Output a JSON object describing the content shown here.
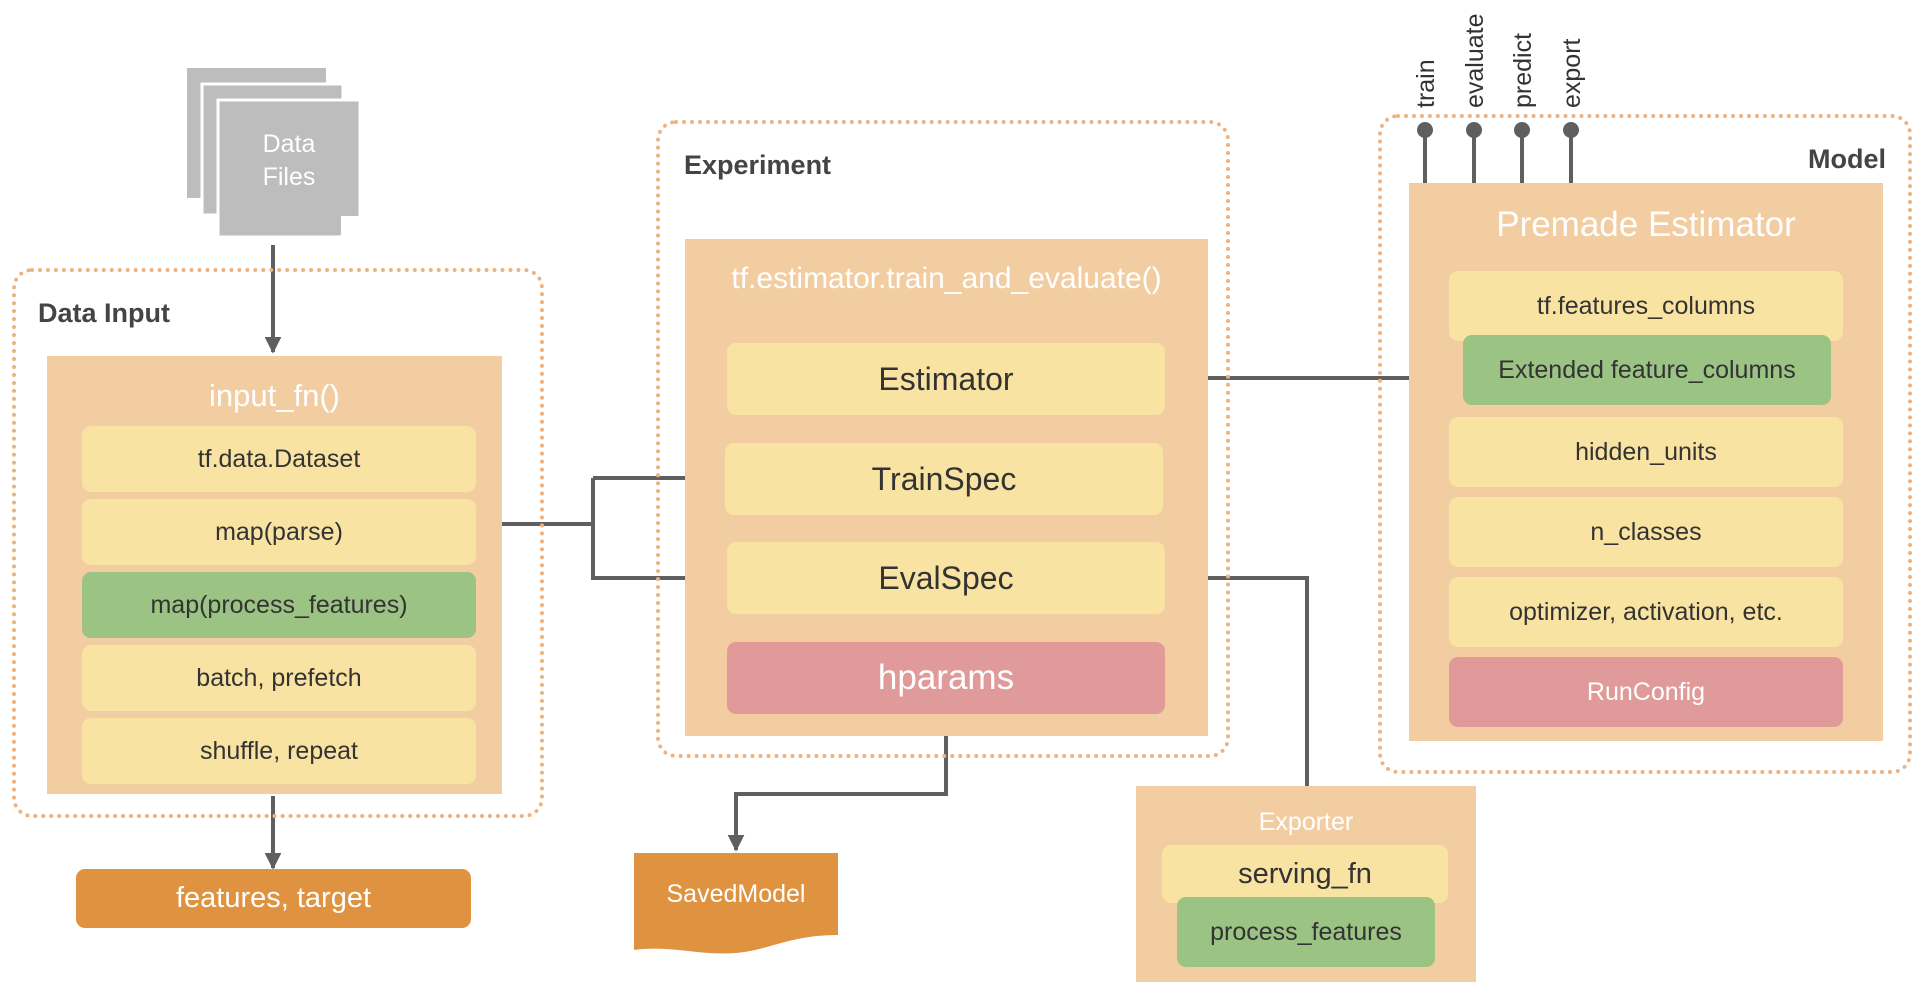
{
  "data_files": {
    "line1": "Data",
    "line2": "Files"
  },
  "data_input": {
    "title": "Data Input",
    "fn_title": "input_fn()",
    "items": [
      "tf.data.Dataset",
      "map(parse)",
      "map(process_features)",
      "batch, prefetch",
      "shuffle, repeat"
    ],
    "output": "features, target"
  },
  "experiment": {
    "title": "Experiment",
    "fn_title": "tf.estimator.train_and_evaluate()",
    "items": [
      "Estimator",
      "TrainSpec",
      "EvalSpec",
      "hparams"
    ],
    "output": "SavedModel"
  },
  "exporter": {
    "title": "Exporter",
    "items": [
      "serving_fn",
      "process_features"
    ]
  },
  "model": {
    "title": "Model",
    "estimator_title": "Premade Estimator",
    "items": [
      "tf.features_columns",
      "Extended feature_columns",
      "hidden_units",
      "n_classes",
      "optimizer, activation, etc.",
      "RunConfig"
    ],
    "api": [
      "train",
      "evaluate",
      "predict",
      "export"
    ]
  },
  "colors": {
    "panel": "#f2cda2",
    "yellow": "#f9e3a2",
    "green": "#9bc383",
    "red": "#e09a9a",
    "orange": "#df9340",
    "gray": "#bdbdbd",
    "arrow": "#5f5f5f",
    "dotted": "#edb27d"
  }
}
